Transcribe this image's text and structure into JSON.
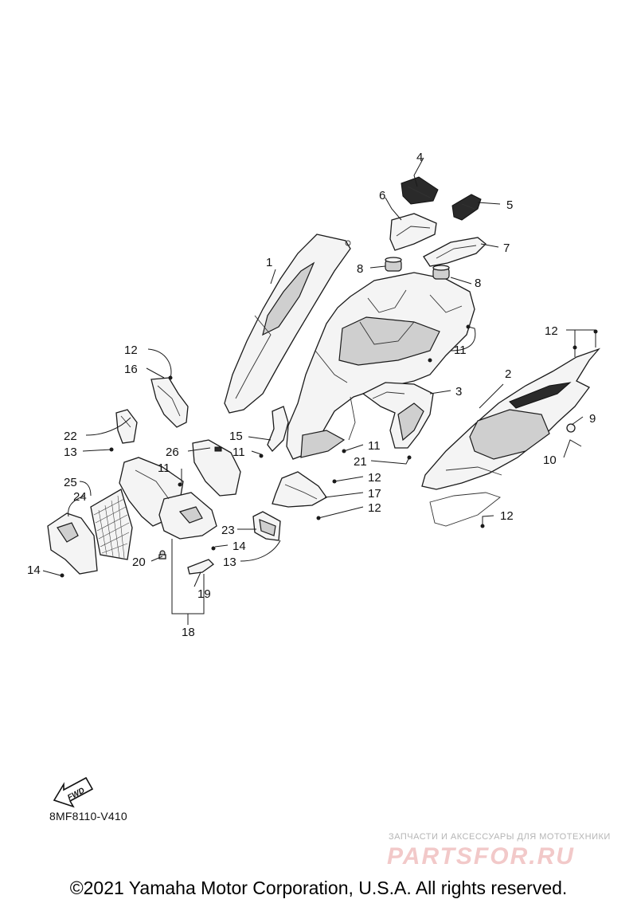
{
  "diagram": {
    "callouts": {
      "c1": "1",
      "c2": "2",
      "c3": "3",
      "c4": "4",
      "c5": "5",
      "c6": "6",
      "c7": "7",
      "c8a": "8",
      "c8b": "8",
      "c9": "9",
      "c10": "10",
      "c11a": "11",
      "c11b": "11",
      "c11c": "11",
      "c11d": "11",
      "c12a": "12",
      "c12b": "12",
      "c12c": "12",
      "c12d": "12",
      "c12e": "12",
      "c13a": "13",
      "c13b": "13",
      "c14a": "14",
      "c14b": "14",
      "c15": "15",
      "c16": "16",
      "c17": "17",
      "c18": "18",
      "c19": "19",
      "c20": "20",
      "c21": "21",
      "c22": "22",
      "c23": "23",
      "c24": "24",
      "c25": "25",
      "c26": "26"
    },
    "fwd_badge": "FWD",
    "code": "8MF8110-V410"
  },
  "watermark": {
    "tagline": "ЗАПЧАСТИ И АКСЕССУАРЫ ДЛЯ МОТОТЕХНИКИ",
    "logo": "PARTSFOR.RU"
  },
  "footer": {
    "copyright": "©2021 Yamaha Motor Corporation, U.S.A. All rights reserved."
  }
}
